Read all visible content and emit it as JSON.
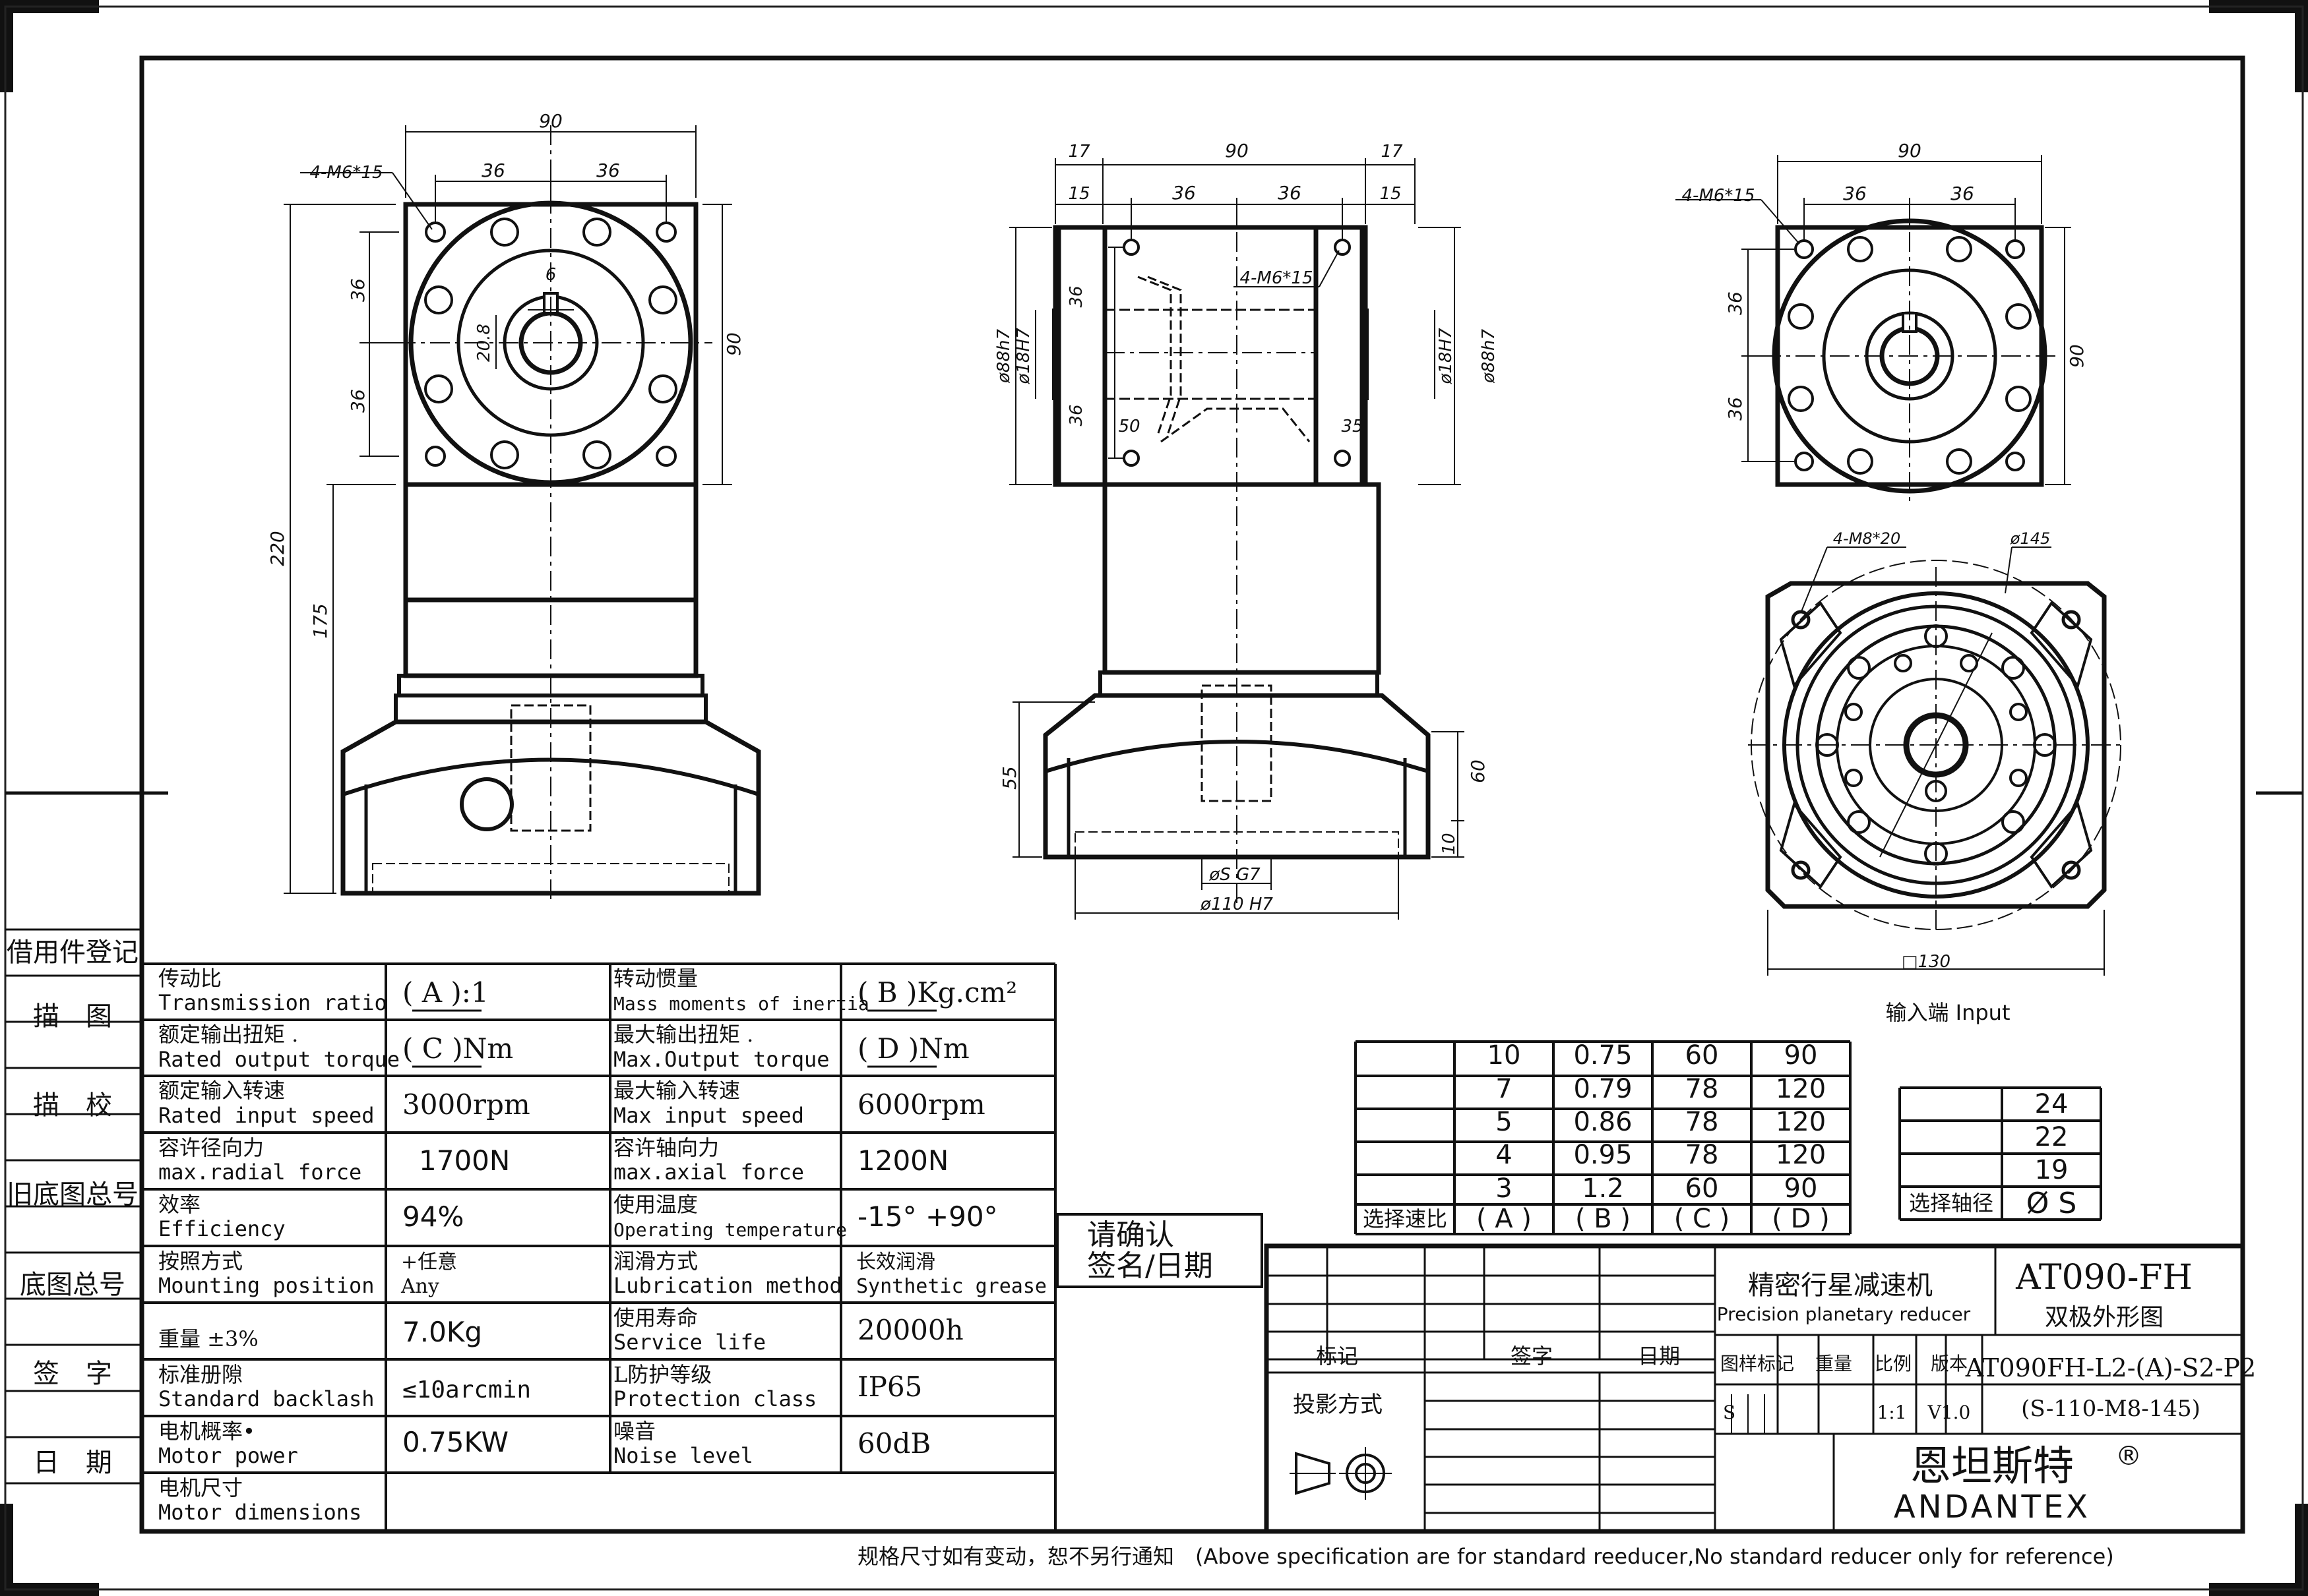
{
  "side_labels": [
    "借用件登记",
    "描　图",
    "描　校",
    "旧底图总号",
    "底图总号",
    "签　字",
    "日　期"
  ],
  "views": {
    "front": {
      "dims": {
        "top_width": "90",
        "half_left": "36",
        "half_right": "36",
        "holes": "4-M6*15",
        "key": "6",
        "shaft_height": "20.8",
        "left_36_a": "36",
        "left_36_b": "36",
        "right_90": "90",
        "total": "220",
        "body": "175"
      }
    },
    "side": {
      "dims": {
        "left17": "17",
        "w90": "90",
        "right17": "17",
        "left15": "15",
        "h36a": "36",
        "h36b": "36",
        "right15": "15",
        "holes": "4-M6*15",
        "v36a": "36",
        "v36b": "36",
        "d88_left": "ø88h7",
        "d18_left": "ø18H7",
        "d18_right": "ø18H7",
        "d88_right": "ø88h7",
        "n50": "50",
        "n35": "35",
        "n55": "55",
        "n60": "60",
        "n10": "10",
        "bore": "øS G7",
        "pilot": "ø110 H7"
      }
    },
    "top_right": {
      "dims": {
        "w90": "90",
        "h36a": "36",
        "h36b": "36",
        "holes": "4-M6*15",
        "v36a": "36",
        "v36b": "36",
        "v90": "90"
      }
    },
    "input": {
      "dims": {
        "holes": "4-M8*20",
        "pcd": "ø145",
        "square": "□130"
      },
      "label": "输入端 Input"
    }
  },
  "ratio_table": {
    "rows": [
      [
        "10",
        "0.75",
        "60",
        "90"
      ],
      [
        "7",
        "0.79",
        "78",
        "120"
      ],
      [
        "5",
        "0.86",
        "78",
        "120"
      ],
      [
        "4",
        "0.95",
        "78",
        "120"
      ],
      [
        "3",
        "1.2",
        "60",
        "90"
      ]
    ],
    "footer_label": "选择速比",
    "footer_cells": [
      "( A )",
      "( B )",
      "( C )",
      "( D )"
    ]
  },
  "shaft_table": {
    "values": [
      "24",
      "22",
      "19"
    ],
    "footer_label": "选择轴径",
    "footer_value": "Ø S"
  },
  "spec_rows": [
    {
      "l_cn": "传动比",
      "l_en": "Transmission ratio",
      "l_val": "( A ):1",
      "r_cn": "转动惯量",
      "r_en": "Mass moments of inertia",
      "r_val": "( B )Kg.cm²"
    },
    {
      "l_cn": "额定输出扭矩 .",
      "l_en": "Rated output torque",
      "l_val": "( C )Nm",
      "r_cn": "最大输出扭矩 .",
      "r_en": "Max.Output torque",
      "r_val": "( D )Nm"
    },
    {
      "l_cn": "额定输入转速",
      "l_en": "Rated input speed",
      "l_val": "3000rpm",
      "r_cn": "最大输入转速",
      "r_en": "Max input speed",
      "r_val": "6000rpm"
    },
    {
      "l_cn": "容许径向力",
      "l_en": "max.radial force",
      "l_val": "1700N",
      "r_cn": "容许轴向力",
      "r_en": "max.axial  force",
      "r_val": "1200N"
    },
    {
      "l_cn": "效率",
      "l_en": "Efficiency",
      "l_val": "94%",
      "r_cn": "使用温度",
      "r_en": "Operating temperature",
      "r_val": "-15° +90°"
    },
    {
      "l_cn": "按照方式",
      "l_en": "Mounting position",
      "l_val": "+任意\nAny",
      "r_cn": "润滑方式",
      "r_en": "Lubrication method",
      "r_val": "长效润滑\nSynthetic grease"
    },
    {
      "l_cn": "",
      "l_en": "重量 ±3%",
      "l_val": "7.0Kg",
      "r_cn": "使用寿命",
      "r_en": "Service life",
      "r_val": "20000h"
    },
    {
      "l_cn": "标准册隙",
      "l_en": "Standard backlash",
      "l_val": "≤10arcmin",
      "r_cn": "L防护等级",
      "r_en": "Protection class",
      "r_val": "IP65"
    },
    {
      "l_cn": "电机概率•",
      "l_en": "Motor power",
      "l_val": "0.75KW",
      "r_cn": "噪音",
      "r_en": "Noise level",
      "r_val": "60dB"
    },
    {
      "l_cn": "电机尺寸",
      "l_en": "Motor dimensions",
      "l_val": "",
      "r_cn": "",
      "r_en": "",
      "r_val": ""
    }
  ],
  "confirm_box": {
    "line1": "请确认",
    "line2": "签名/日期"
  },
  "title_block": {
    "product_cn": "精密行星减速机",
    "product_en": "Precision planetary reducer",
    "model": "AT090-FH",
    "drawing_name": "双极外形图",
    "col_labels": [
      "标记",
      "签字",
      "日期"
    ],
    "projection": "投影方式",
    "sub_headers": [
      "图样标记",
      "重量",
      "比例",
      "版本"
    ],
    "mark": "S",
    "scale": "1:1",
    "version": "V1.0",
    "code": "AT090FH-L2-(A)-S2-P2",
    "code2": "(S-110-M8-145)",
    "brand_cn": "恩坦斯特",
    "brand_reg": "®",
    "brand_en": "ANDANTEX",
    "brand_color": "#1a9a3c"
  },
  "footer_note": "规格尺寸如有变动，恕不另行通知　(Above specification are for standard reeducer,No standard reducer only for reference)"
}
